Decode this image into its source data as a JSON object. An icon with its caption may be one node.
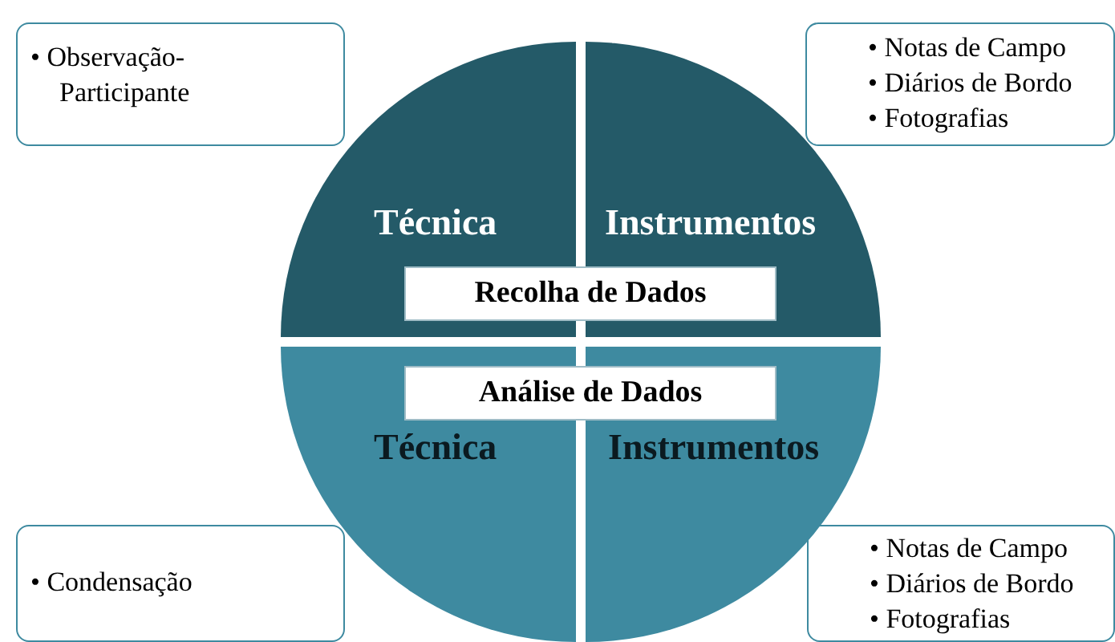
{
  "diagram": {
    "nodes": [
      {
        "text": [
          "• Observação-Participante"
        ]
      },
      {
        "text": [
          "Técnica"
        ]
      },
      {
        "text": [
          "Instrumentos"
        ]
      },
      {
        "text": [
          "• Notas de Campo",
          "• Diários de Bordo",
          "• Fotografias"
        ]
      },
      {
        "text": [
          "Recolha de Dados"
        ]
      },
      {
        "text": [
          "Análise de Dados"
        ]
      },
      {
        "text": [
          "Técnica"
        ]
      },
      {
        "text": [
          "Instrumentos"
        ]
      },
      {
        "text": [
          "• Condensação"
        ]
      },
      {
        "text": [
          "• Notas de Campo",
          "• Diários de Bordo",
          "• Fotografias"
        ]
      }
    ]
  }
}
